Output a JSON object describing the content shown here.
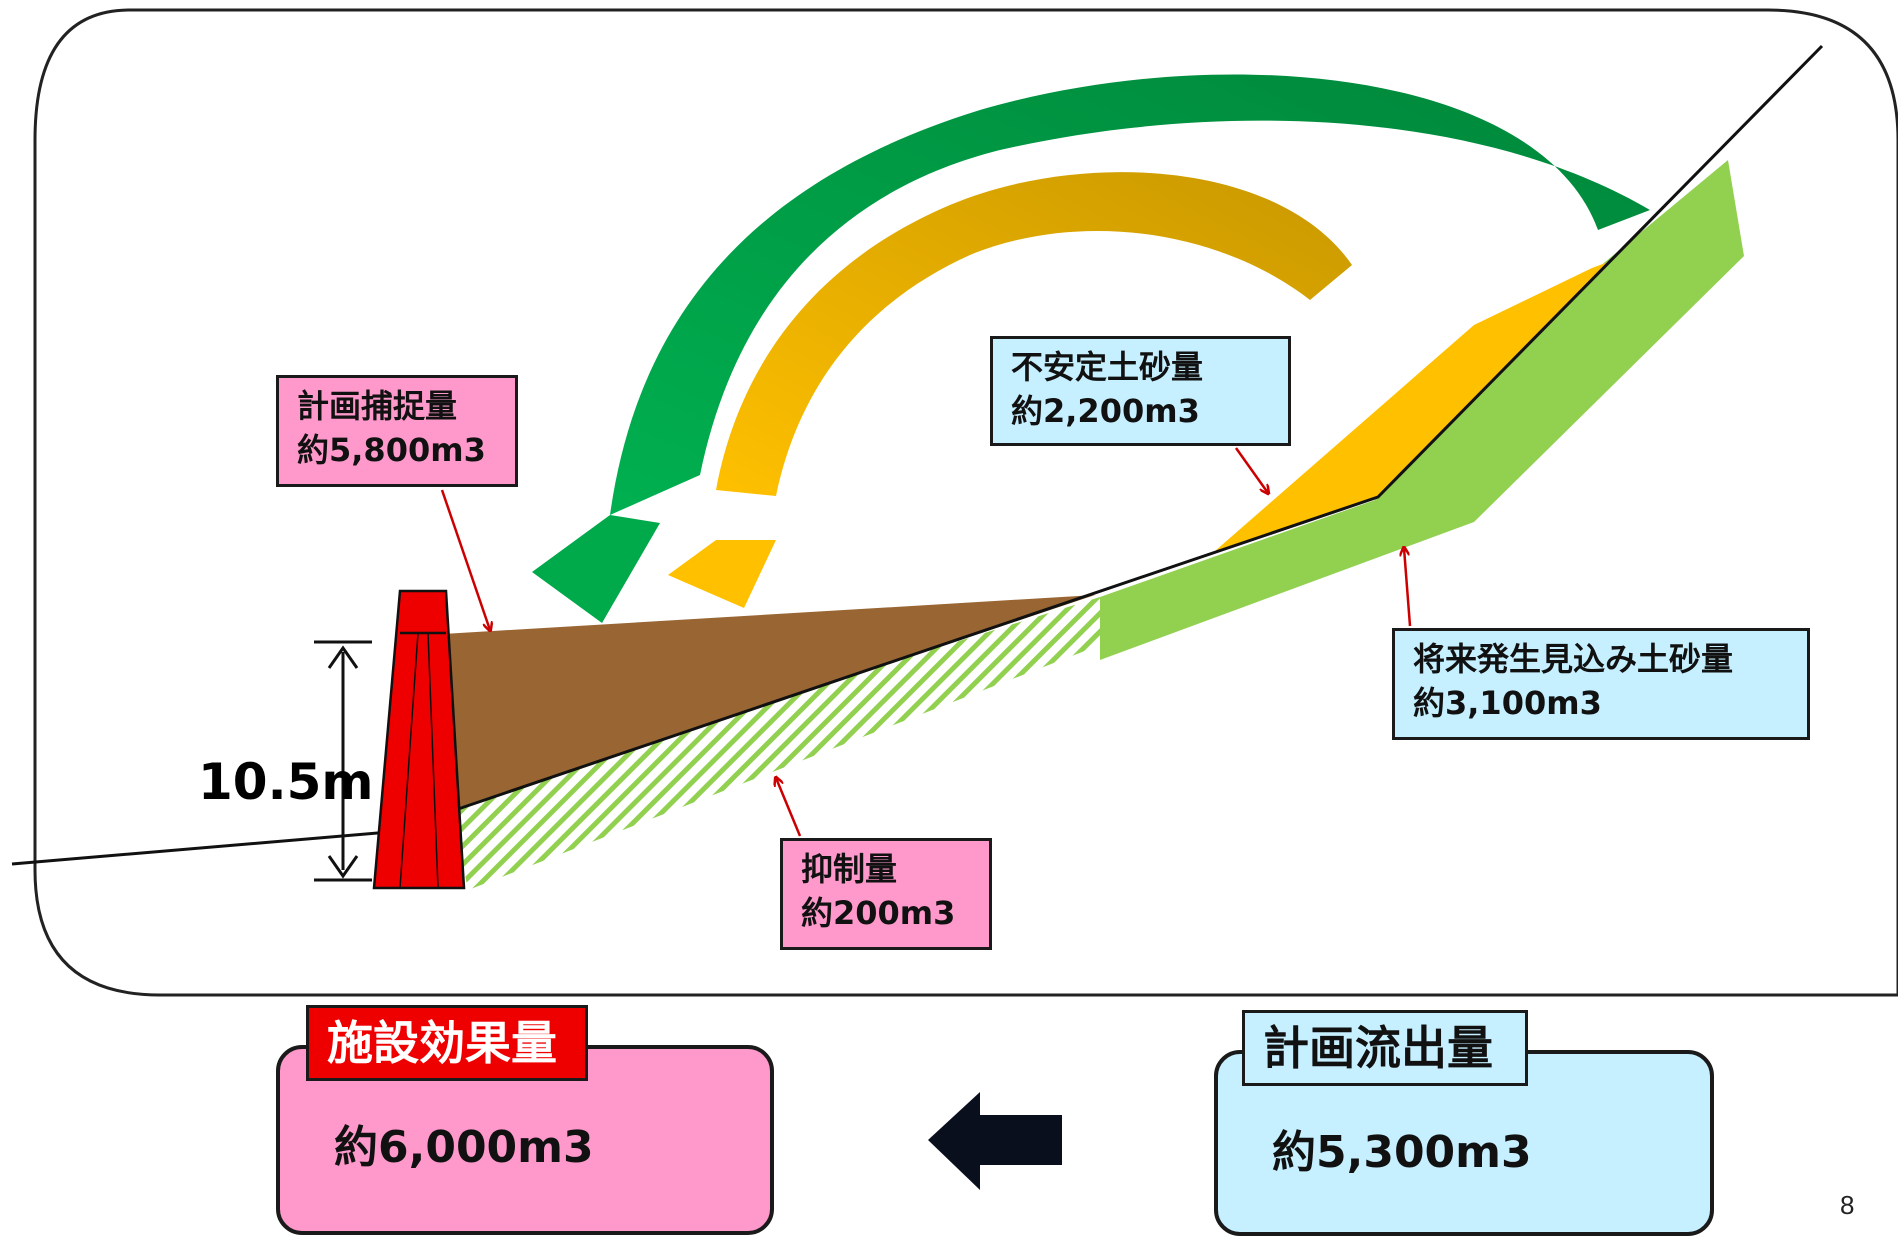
{
  "labels": {
    "capture": {
      "title": "計画捕捉量",
      "value": "約5,800m3"
    },
    "unstable": {
      "title": "不安定土砂量",
      "value": "約2,200m3"
    },
    "future": {
      "title": "将来発生見込み土砂量",
      "value": "約3,100m3"
    },
    "suppress": {
      "title": "抑制量",
      "value": "約200m3"
    }
  },
  "dam_height": "10.5m",
  "panels": {
    "effect": {
      "title": "施設効果量",
      "value": "約6,000m3"
    },
    "outflow": {
      "title": "計画流出量",
      "value": "約5,300m3"
    }
  },
  "page_number": "8",
  "colors": {
    "capture_fill": "#996633",
    "unstable_fill": "#ffc000",
    "future_fill": "#92d050",
    "dam": "#ee0000",
    "arrow_dark_green": "#00883a",
    "arrow_light_green": "#00b050",
    "arrow_dark_gold": "#c89800",
    "arrow_gold": "#ffc000",
    "label_pink": "#ff99cc",
    "label_cyan": "#c6efff"
  }
}
